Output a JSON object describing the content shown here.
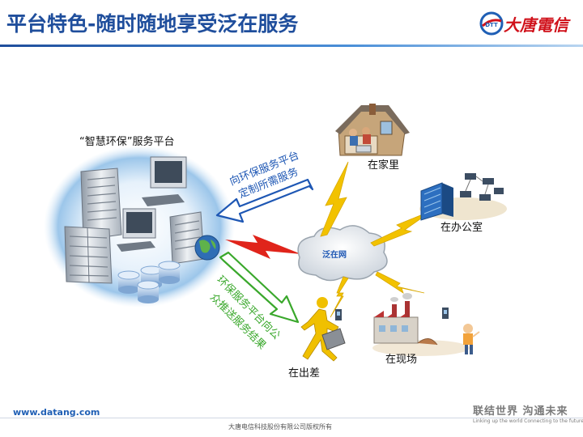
{
  "slide": {
    "title": "平台特色-随时随地享受泛在服务",
    "logo_text": "大唐電信",
    "logo_badge": "DTT"
  },
  "diagram": {
    "platform_label": "“智慧环保”服务平台",
    "cloud_label": "泛在网",
    "arrow_blue": [
      "向环保服务平台",
      "定制所需服务"
    ],
    "arrow_green": [
      "环保服务平台向公",
      "众推送服务结果"
    ],
    "locations": {
      "home": "在家里",
      "office": "在办公室",
      "travel": "在出差",
      "site": "在现场"
    }
  },
  "footer": {
    "website": "www.datang.com",
    "copyright": "大唐电信科技股份有限公司版权所有",
    "slogan": "联结世界  沟通未来",
    "slogan_sub": "Linking up the world   Connecting to the future"
  },
  "colors": {
    "title": "#1f4e9c",
    "arrow_blue": "#1e57b4",
    "arrow_green": "#3aa82c",
    "lightning_red": "#e0241b",
    "lightning_yellow": "#f2c200"
  }
}
